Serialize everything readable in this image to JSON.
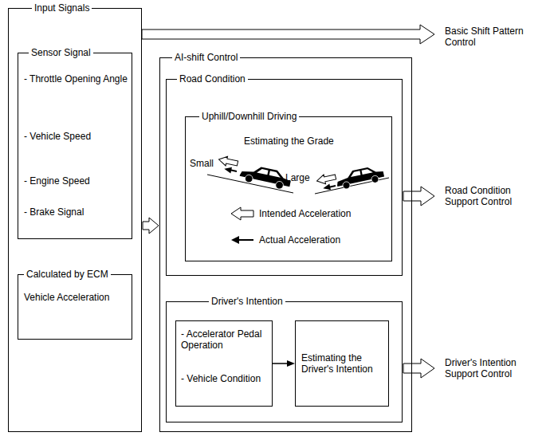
{
  "diagram": {
    "nodes": [
      {
        "text": [
          "Input Signals"
        ]
      },
      {
        "text": [
          "Sensor Signal",
          "- Throttle Opening Angle",
          "- Vehicle Speed",
          "- Engine Speed",
          "- Brake Signal"
        ],
        "in": 0
      },
      {
        "text": [
          "Calculated by ECM",
          "Vehicle Acceleration"
        ],
        "in": 0
      },
      {
        "text": [
          "AI-shift Control"
        ]
      },
      {
        "text": [
          "Road Condition"
        ],
        "in": 3
      },
      {
        "text": [
          "Uphill/Downhill Driving",
          "Estimating the Grade"
        ],
        "in": 4
      },
      {
        "text": [
          "Driver's Intention"
        ],
        "in": 3
      },
      {
        "text": [
          "- Accelerator Pedal Operation",
          "- Vehicle Condition"
        ],
        "in": 6
      },
      {
        "text": [
          "Estimating the Driver's Intention"
        ],
        "in": 6
      }
    ],
    "edges": [
      {
        "from": 0,
        "to": 3,
        "arrow": "to"
      },
      {
        "from": 7,
        "to": 8,
        "arrow": "to"
      }
    ],
    "labels": [
      "Basic Shift Pattern Control",
      "Road Condition Support Control",
      "Driver's Intention Support Control",
      "Small",
      "Large"
    ],
    "legend": [
      {
        "text": "Intended Acceleration"
      },
      {
        "text": "Actual Acceleration"
      }
    ]
  }
}
